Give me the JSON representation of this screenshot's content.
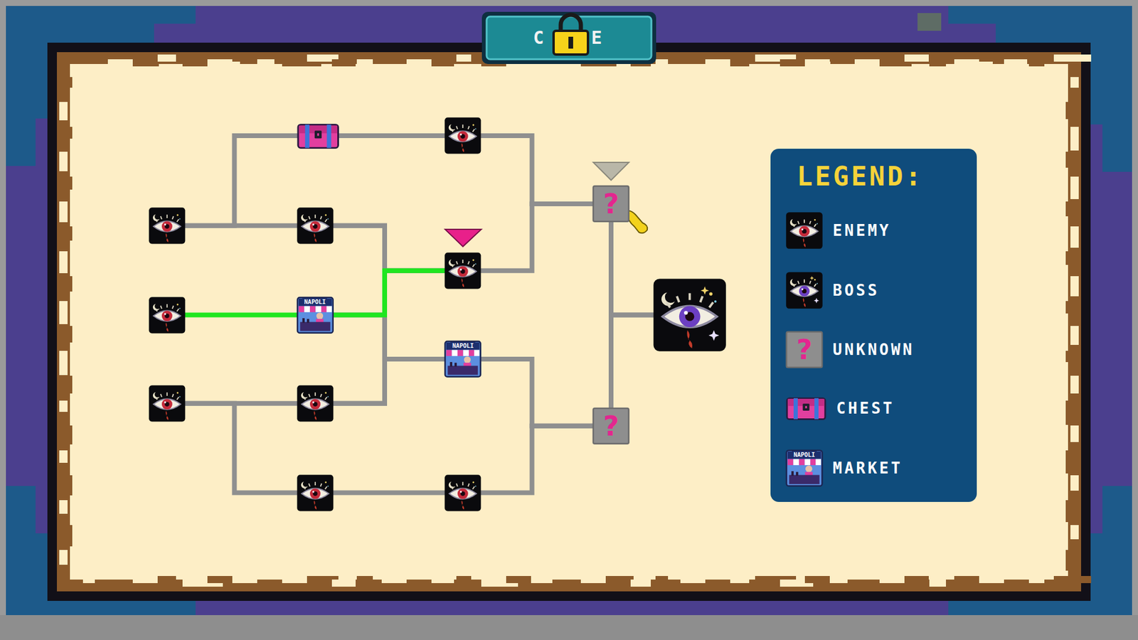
{
  "diagram": {
    "nodes": [
      {
        "text": []
      },
      {
        "text": []
      },
      {
        "text": [
          "?"
        ]
      },
      {
        "text": []
      },
      {
        "text": []
      },
      {
        "text": []
      },
      {
        "text": []
      },
      {
        "text": [
          "NAPOLI"
        ]
      },
      {
        "text": []
      },
      {
        "text": [
          "NAPOLI"
        ]
      },
      {
        "text": []
      },
      {
        "text": []
      },
      {
        "text": [
          "?"
        ]
      },
      {
        "text": []
      },
      {
        "text": []
      }
    ],
    "edges": [
      {
        "from": 3,
        "to": 0,
        "arrow": "none"
      },
      {
        "from": 3,
        "to": 4,
        "arrow": "none"
      },
      {
        "from": 0,
        "to": 1,
        "arrow": "none"
      },
      {
        "from": 1,
        "to": 2,
        "arrow": "none"
      },
      {
        "from": 5,
        "to": 2,
        "arrow": "none"
      },
      {
        "from": 4,
        "to": 5,
        "arrow": "none"
      },
      {
        "from": 4,
        "to": 9,
        "arrow": "none"
      },
      {
        "from": 6,
        "to": 7,
        "arrow": "none"
      },
      {
        "from": 7,
        "to": 5,
        "arrow": "none"
      },
      {
        "from": 7,
        "to": 9,
        "arrow": "none"
      },
      {
        "from": 11,
        "to": 5,
        "arrow": "none"
      },
      {
        "from": 11,
        "to": 9,
        "arrow": "none"
      },
      {
        "from": 10,
        "to": 11,
        "arrow": "none"
      },
      {
        "from": 10,
        "to": 13,
        "arrow": "none"
      },
      {
        "from": 13,
        "to": 14,
        "arrow": "none"
      },
      {
        "from": 9,
        "to": 12,
        "arrow": "none"
      },
      {
        "from": 14,
        "to": 12,
        "arrow": "none"
      },
      {
        "from": 2,
        "to": 8,
        "arrow": "none"
      },
      {
        "from": 12,
        "to": 8,
        "arrow": "none"
      }
    ],
    "labels": [
      "C",
      "E",
      "LEGEND:",
      "?",
      "NAPOLI"
    ],
    "legend": [
      {
        "text": "ENEMY"
      },
      {
        "text": "BOSS"
      },
      {
        "text": "UNKNOWN"
      },
      {
        "text": "CHEST"
      },
      {
        "text": "MARKET"
      }
    ]
  }
}
